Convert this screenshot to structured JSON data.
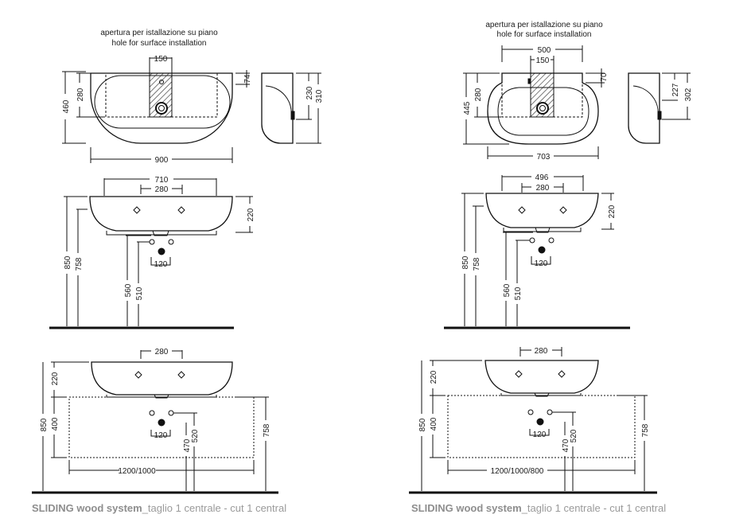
{
  "left": {
    "note_it": "apertura per istallazione su piano",
    "note_en": "hole for surface installation",
    "top_view": {
      "hole_width": "150",
      "overall_width": "900",
      "height": "460",
      "inner_height": "280",
      "rim": "74"
    },
    "side_view": {
      "h1": "230",
      "h2": "310"
    },
    "front_view": {
      "width": "710",
      "taps": "280",
      "height": "220",
      "pipe": "120",
      "h_total": "850",
      "h_rim": "758",
      "h_waste": "560",
      "h_outlet": "510"
    },
    "cabinet_view": {
      "taps": "280",
      "basin_h": "220",
      "h_total": "850",
      "cab_h": "400",
      "pipe": "120",
      "h_out1": "470",
      "h_out2": "520",
      "h_758": "758",
      "cab_width": "1200/1000"
    },
    "caption": {
      "bold": "SLIDING wood system",
      "part2": "_taglio 1 centrale - ",
      "part3": "cut 1 central"
    }
  },
  "right": {
    "note_it": "apertura per istallazione su piano",
    "note_en": "hole for surface installation",
    "top_view": {
      "outer_width": "500",
      "hole_width": "150",
      "overall_width": "703",
      "height": "445",
      "inner_height": "280",
      "rim": "70"
    },
    "side_view": {
      "h1": "227",
      "h2": "302"
    },
    "front_view": {
      "width": "496",
      "taps": "280",
      "height": "220",
      "pipe": "120",
      "h_total": "850",
      "h_rim": "758",
      "h_waste": "560",
      "h_outlet": "510"
    },
    "cabinet_view": {
      "taps": "280",
      "basin_h": "220",
      "h_total": "850",
      "cab_h": "400",
      "pipe": "120",
      "h_out1": "470",
      "h_out2": "520",
      "h_758": "758",
      "cab_width": "1200/1000/800"
    },
    "caption": {
      "bold": "SLIDING wood system",
      "part2": "_taglio 1 centrale - ",
      "part3": "cut 1 central"
    }
  }
}
